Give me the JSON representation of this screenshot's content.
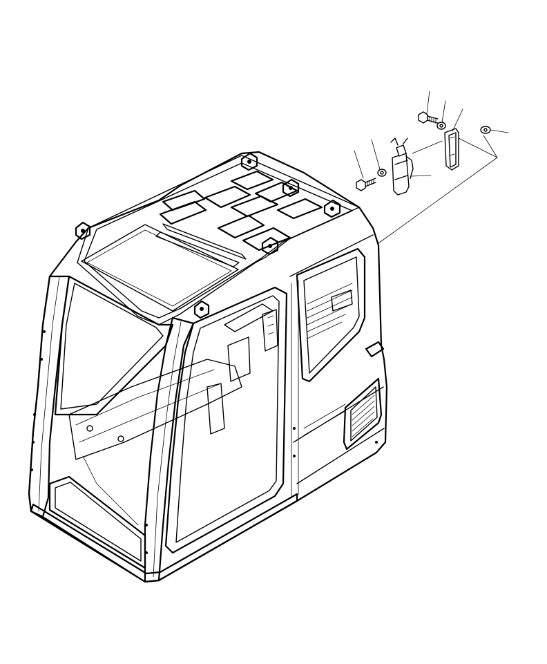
{
  "diagram": {
    "background": "#ffffff",
    "line_color": "#000000",
    "parts": [
      {
        "name": "upper-bolt",
        "icon": "bolt-icon"
      },
      {
        "name": "upper-washer",
        "icon": "washer-icon"
      },
      {
        "name": "mounting-bracket",
        "icon": "bracket-icon"
      },
      {
        "name": "small-washer",
        "icon": "washer-icon"
      },
      {
        "name": "lower-washer",
        "icon": "washer-icon"
      },
      {
        "name": "lower-bolt",
        "icon": "bolt-icon"
      },
      {
        "name": "fire-extinguisher",
        "icon": "fire-extinguisher-icon"
      }
    ]
  }
}
